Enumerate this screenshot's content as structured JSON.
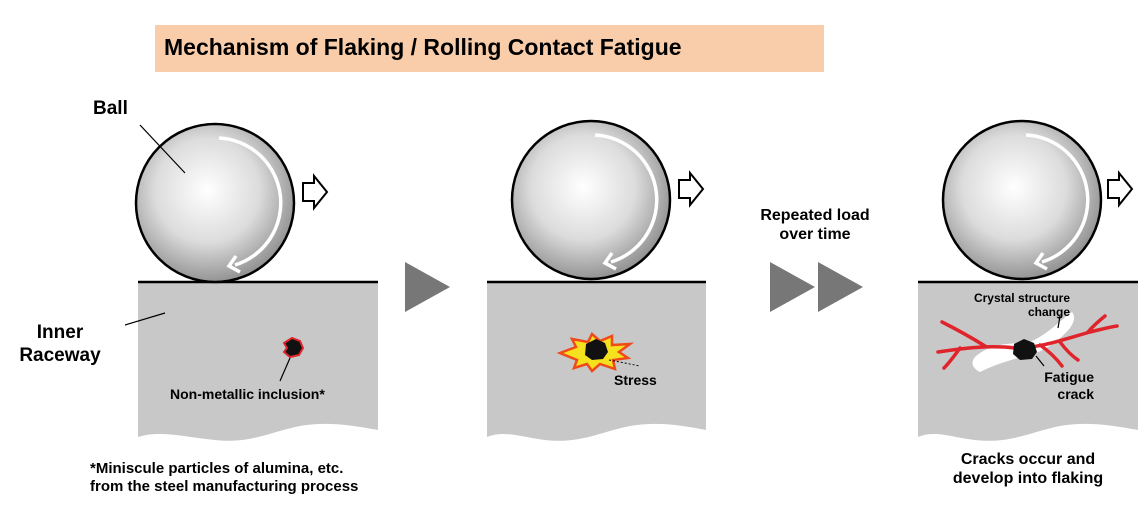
{
  "title": "Mechanism of Flaking / Rolling Contact Fatigue",
  "labels": {
    "ball": "Ball",
    "inner_raceway_line1": "Inner",
    "inner_raceway_line2": "Raceway",
    "inclusion": "Non-metallic inclusion*",
    "stress": "Stress",
    "repeated_load_line1": "Repeated load",
    "repeated_load_line2": "over time",
    "crystal_change_line1": "Crystal structure",
    "crystal_change_line2": "change",
    "fatigue_crack_line1": "Fatigue",
    "fatigue_crack_line2": "crack"
  },
  "footnote": {
    "line1": "*Miniscule particles of alumina, etc.",
    "line2": "from the steel manufacturing process"
  },
  "conclusion": {
    "line1": "Cracks occur and",
    "line2": "develop into flaking"
  },
  "colors": {
    "title_background": "#f9cdaa",
    "raceway": "#c8c8c8",
    "arrow_gray": "#777777",
    "crack_red": "#e0242b",
    "stress_orange": "#f04a1a",
    "stress_yellow": "#f5e11e",
    "inclusion_black": "#111111"
  }
}
